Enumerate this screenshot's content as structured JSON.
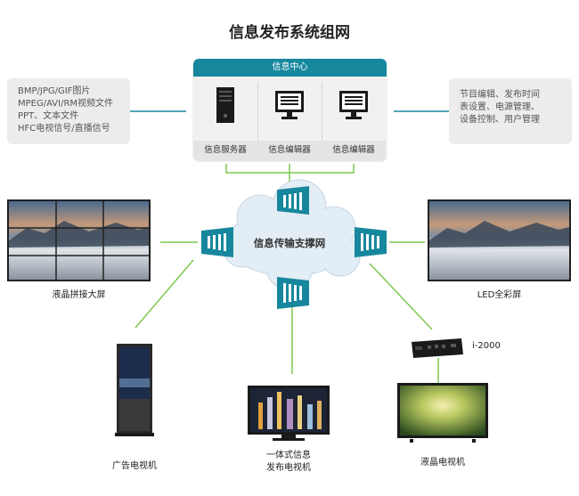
{
  "title": "信息发布系统组网",
  "left_box": {
    "lines": [
      "BMP/JPG/GIF图片",
      "MPEG/AVI/RM视频文件",
      "PPT、文本文件",
      "HFC电视信号/直播信号"
    ]
  },
  "right_box": {
    "lines": [
      "节目编辑、发布时间",
      "表设置、电源管理、",
      "设备控制、用户管理"
    ]
  },
  "center": {
    "header": "信息中心",
    "items": [
      "信息服务器",
      "信息编辑器",
      "信息编辑器"
    ]
  },
  "cloud_label": "信息传输支撑网",
  "devices": {
    "video_wall": "液晶拼接大屏",
    "led": "LED全彩屏",
    "ad_machine": "广告电视机",
    "all_in_one_line1": "一体式信息",
    "all_in_one_line2": "发布电视机",
    "lcd_tv": "液晶电视机",
    "player": "i-2000"
  },
  "colors": {
    "accent": "#17879d",
    "line": "#7ec850",
    "cloud": "#e3edf5"
  }
}
